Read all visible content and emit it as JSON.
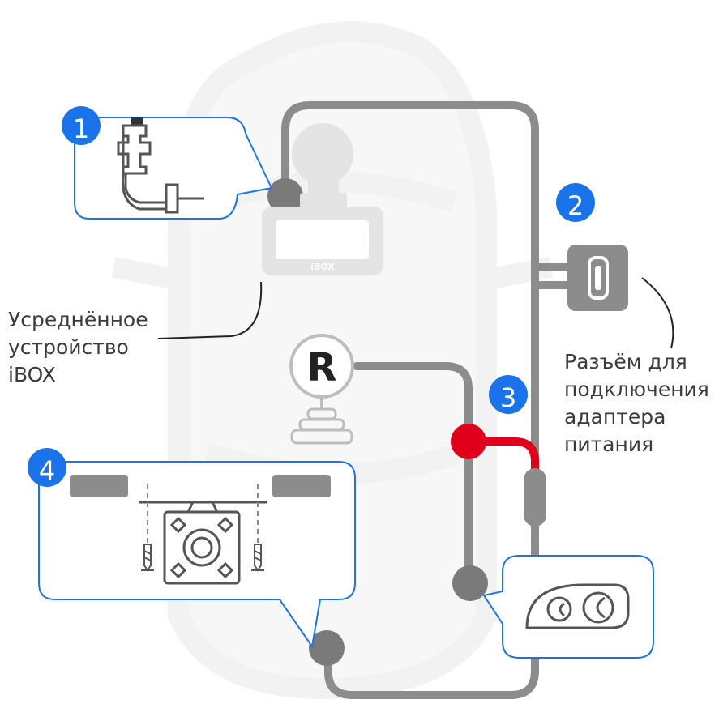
{
  "colors": {
    "cable": "#8c8c8c",
    "accent_blue": "#1a73e8",
    "power_red": "#e0001b",
    "device": "#e4e4e4",
    "car_ghost": "#f4f4f4"
  },
  "steps": [
    {
      "number": "1",
      "description": "cable-plug-callout"
    },
    {
      "number": "2",
      "description": "power-connector"
    },
    {
      "number": "3",
      "description": "power-connection-point"
    },
    {
      "number": "4",
      "description": "rear-camera-mounting-callout"
    }
  ],
  "device_brand": "iBOX",
  "gear_label": "R",
  "labels": {
    "device_caption": "Усреднённое\nустройство\niBOX",
    "connector_caption": "Разъём для\nподключения\nадаптера\nпитания"
  },
  "icons": [
    "plug-icon",
    "usb-socket-icon",
    "reverse-gear-icon",
    "mounting-screw-icon",
    "rear-camera-icon",
    "headlight-icon"
  ]
}
